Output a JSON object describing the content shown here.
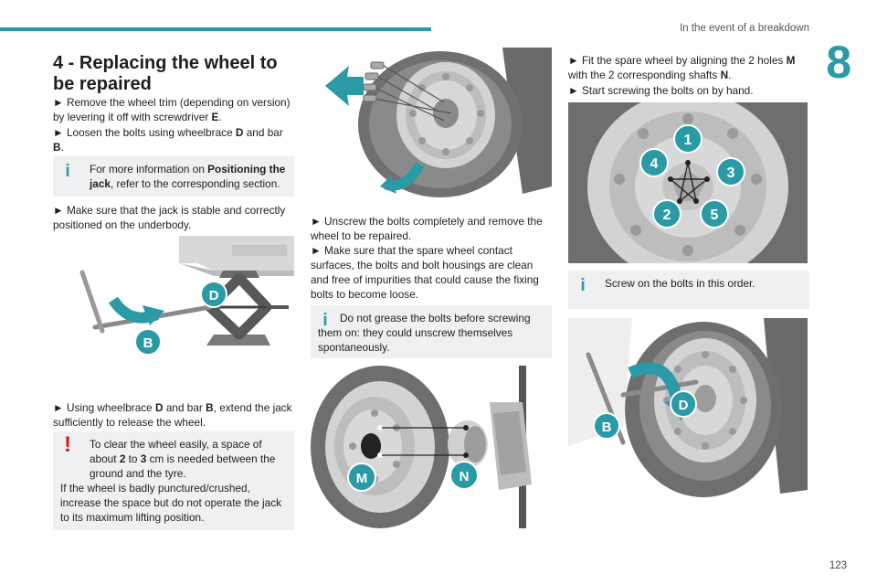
{
  "header": {
    "section": "In the event of a breakdown",
    "chapter": "8",
    "page_number": "123"
  },
  "col1": {
    "title": "4 - Replacing the wheel to be repaired",
    "steps_a": [
      {
        "arrow": "►",
        "before": " Remove the wheel trim (depending on version) by levering it off with screwdriver ",
        "bold": "E",
        "after": "."
      },
      {
        "arrow": "►",
        "before": " Loosen the bolts using wheelbrace ",
        "bold": "D",
        "mid": " and bar ",
        "bold2": "B",
        "after": "."
      }
    ],
    "info": {
      "icon": "i",
      "before": "For more information on ",
      "bold": "Positioning the jack",
      "after": ", refer to the corresponding section."
    },
    "step_b": {
      "arrow": "►",
      "text": " Make sure that the jack is stable and correctly positioned on the underbody."
    },
    "figure_labels": {
      "d": "D",
      "b": "B"
    },
    "step_c": {
      "arrow": "►",
      "before": " Using wheelbrace ",
      "bold": "D",
      "mid": " and bar ",
      "bold2": "B",
      "after": ", extend the jack sufficiently to release the wheel."
    },
    "warning": {
      "icon": "!",
      "before": "To clear the wheel easily, a space of about ",
      "b1": "2",
      "mid": " to ",
      "b2": "3",
      "after": " cm is needed between the ground and the tyre.",
      "second": "If the wheel is badly punctured/crushed, increase the space but do not operate the jack to its maximum lifting position."
    }
  },
  "col2": {
    "steps": [
      {
        "arrow": "►",
        "text": " Unscrew the bolts completely and remove the wheel to be repaired."
      },
      {
        "arrow": "►",
        "text": " Make sure that the spare wheel contact surfaces, the bolts and bolt housings are clean and free of impurities that could cause the fixing bolts to become loose."
      }
    ],
    "info": {
      "icon": "i",
      "text": "Do not grease the bolts before screwing them on: they could unscrew themselves spontaneously."
    },
    "figure_labels": {
      "m": "M",
      "n": "N"
    }
  },
  "col3": {
    "step1": {
      "arrow": "►",
      "before": " Fit the spare wheel by aligning the 2 holes ",
      "bold": "M",
      "mid": " with the 2 corresponding shafts ",
      "bold2": "N",
      "after": "."
    },
    "step2": {
      "arrow": "►",
      "text": " Start screwing the bolts on by hand."
    },
    "bolt_order": [
      "1",
      "2",
      "3",
      "4",
      "5"
    ],
    "info": {
      "icon": "i",
      "text": "Screw on the bolts in this order."
    },
    "figure_labels": {
      "d": "D",
      "b": "B"
    }
  },
  "colors": {
    "accent": "#2a9aa6",
    "warning": "#e1141e",
    "note_bg": "#eef0f2"
  },
  "icons": [
    "info-icon",
    "warning-icon"
  ]
}
